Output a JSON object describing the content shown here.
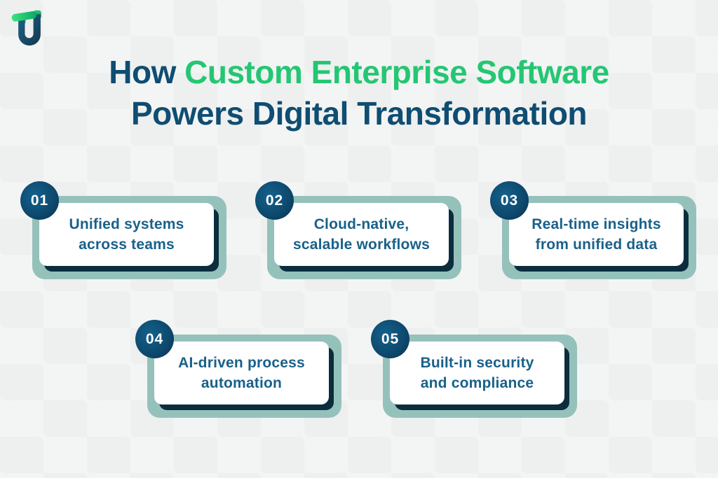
{
  "brand": {
    "logo_name": "TU monogram logo",
    "logo_green": "#2fd96e",
    "logo_green_dark": "#0ca866",
    "logo_navy": "#1b4a68"
  },
  "title": {
    "prefix": "How",
    "highlight": "Custom Enterprise Software",
    "line2": "Powers Digital Transformation",
    "color_dark": "#0f4d72",
    "color_green": "#25c673"
  },
  "colors": {
    "background": "#eeefef",
    "background_diamond": "#f3f5f5",
    "card_frame": "#95c1bb",
    "card_shadow": "#0b2d3d",
    "card_text": "#19618a",
    "badge_fill_light": "#14618c",
    "badge_fill_dark": "#0a3150",
    "badge_text": "#ffffff"
  },
  "cards": [
    {
      "number": "01",
      "line1": "Unified systems",
      "line2": "across teams"
    },
    {
      "number": "02",
      "line1": "Cloud-native,",
      "line2": "scalable workflows"
    },
    {
      "number": "03",
      "line1": "Real-time insights",
      "line2": "from unified data"
    },
    {
      "number": "04",
      "line1": "AI-driven process",
      "line2": "automation"
    },
    {
      "number": "05",
      "line1": "Built-in security",
      "line2": "and compliance"
    }
  ]
}
